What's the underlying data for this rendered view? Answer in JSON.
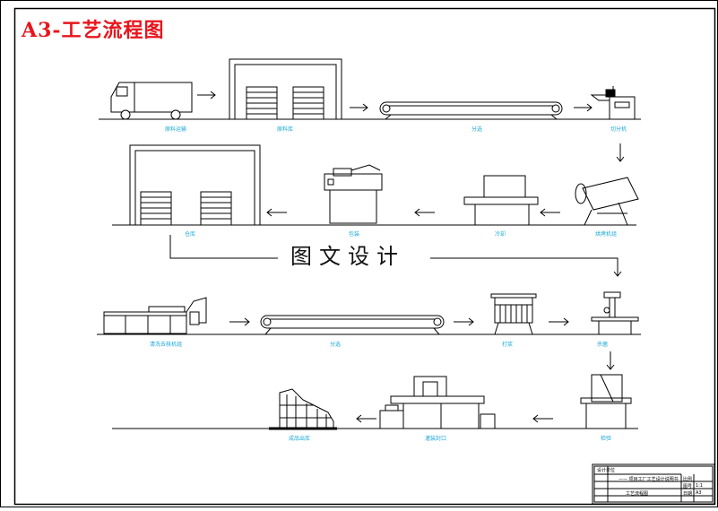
{
  "title": "A3-工艺流程图",
  "watermark": "图文设计",
  "steps": [
    {
      "id": "s1",
      "label": "原料运输"
    },
    {
      "id": "s2",
      "label": "原料库"
    },
    {
      "id": "s3",
      "label": "分选"
    },
    {
      "id": "s4",
      "label": "切分机"
    },
    {
      "id": "s5",
      "label": "烘烤机组"
    },
    {
      "id": "s6",
      "label": "冷却"
    },
    {
      "id": "s7",
      "label": "包装"
    },
    {
      "id": "s8",
      "label": "仓库"
    },
    {
      "id": "s9",
      "label": "清洗去核机组"
    },
    {
      "id": "s10",
      "label": "分选"
    },
    {
      "id": "s11",
      "label": "打浆"
    },
    {
      "id": "s12",
      "label": "杀菌"
    },
    {
      "id": "s13",
      "label": "灌装封口"
    },
    {
      "id": "s14",
      "label": "检验"
    },
    {
      "id": "s15",
      "label": "成品出库"
    }
  ],
  "title_block": {
    "top_left": "设计单位",
    "project": "—— 项目工厂工艺设计说明书",
    "drawing_name": "工艺流程图",
    "scale_label": "比例",
    "scale_value": "1:1",
    "sheet_label": "图号",
    "sheet_value": "A3",
    "date_label": "日期"
  },
  "colors": {
    "title": "#e8151c",
    "label": "#1aa7d8",
    "line": "#000000"
  }
}
